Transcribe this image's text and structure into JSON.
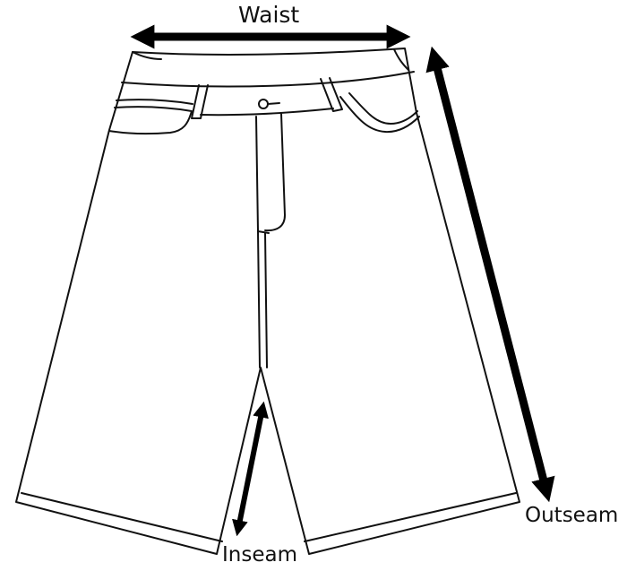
{
  "labels": {
    "waist": "Waist",
    "outseam": "Outseam",
    "inseam": "Inseam"
  },
  "colors": {
    "outline": "#111111",
    "arrow": "#000000",
    "background": "#ffffff"
  }
}
